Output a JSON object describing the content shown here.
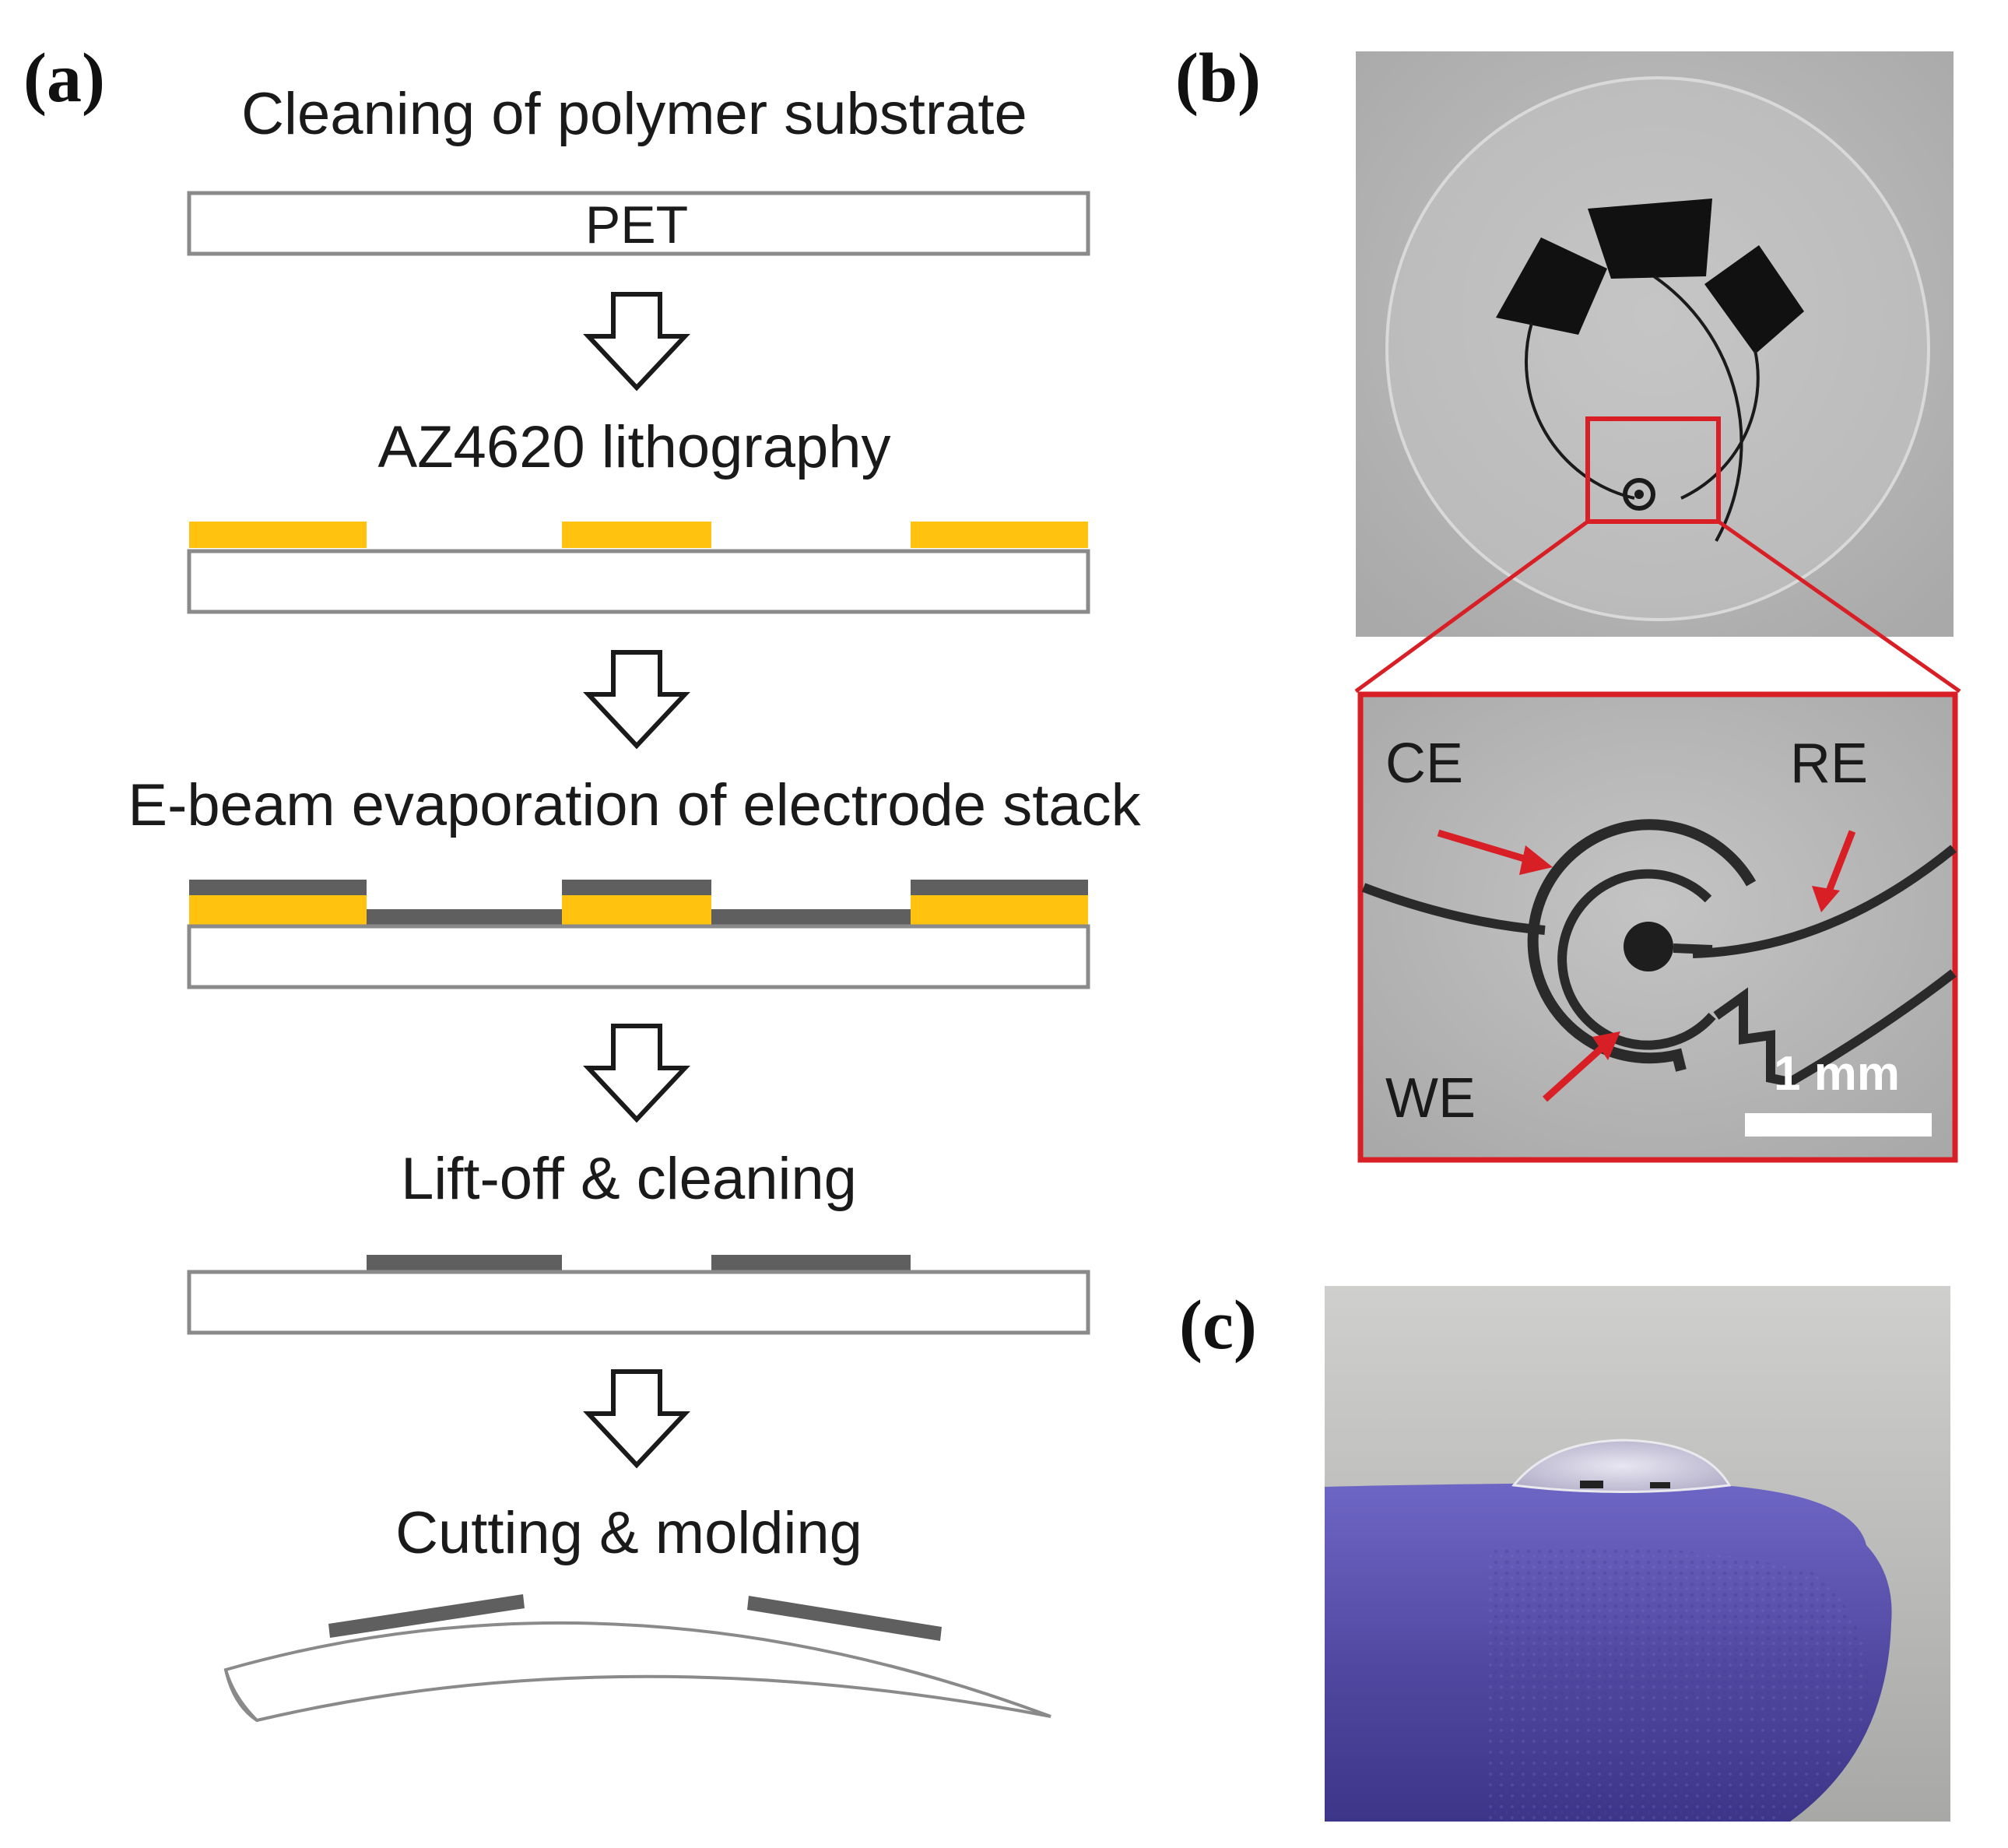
{
  "panels": {
    "a": {
      "label": "(a)",
      "steps": [
        {
          "title": "Cleaning of polymer substrate",
          "substrate_label": "PET"
        },
        {
          "title": "AZ4620 lithography"
        },
        {
          "title": "E-beam evaporation of electrode stack"
        },
        {
          "title": "Lift-off & cleaning"
        },
        {
          "title": "Cutting & molding"
        }
      ]
    },
    "b": {
      "label": "(b)",
      "electrodes": {
        "ce": "CE",
        "re": "RE",
        "we": "WE"
      },
      "scale_bar": "1 mm"
    },
    "c": {
      "label": "(c)"
    }
  },
  "colors": {
    "photoresist": "#FFC20E",
    "metal": "#5f5f5f",
    "substrate_outline": "#8a8a8a",
    "highlight": "#d91f26",
    "glove": "#5a52a8",
    "photo_bg": "#b9b9b9"
  }
}
